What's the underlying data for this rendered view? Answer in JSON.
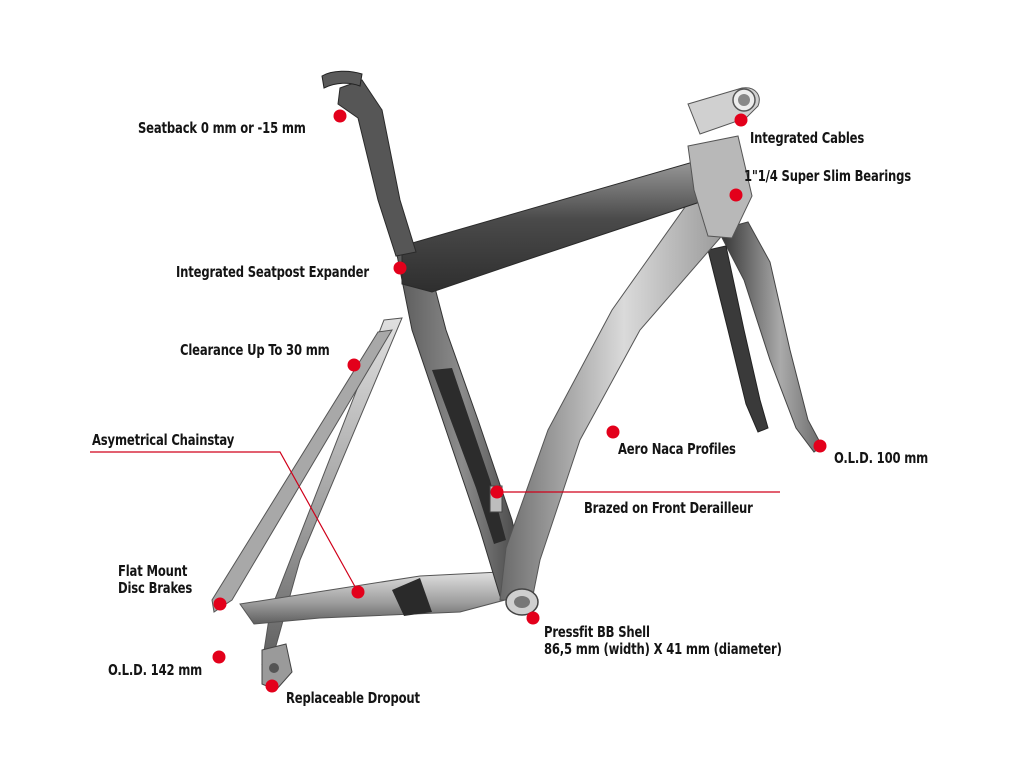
{
  "labels": {
    "seatback": "Seatback 0 mm or -15 mm",
    "integrated_cables": "Integrated Cables",
    "bearings": "1\"1/4 Super Slim Bearings",
    "seatpost_expander": "Integrated Seatpost Expander",
    "clearance": "Clearance Up To 30 mm",
    "chainstay": "Asymetrical Chainstay",
    "aero_naca": "Aero Naca Profiles",
    "old_front": "O.L.D. 100 mm",
    "front_derailleur": "Brazed  on Front Derailleur",
    "flat_mount_line1": "Flat Mount",
    "flat_mount_line2": "Disc Brakes",
    "bb_shell_line1": "Pressfit BB Shell",
    "bb_shell_line2": "86,5 mm (width) X 41 mm (diameter)",
    "old_rear": "O.L.D. 142 mm",
    "dropout": "Replaceable Dropout"
  },
  "colors": {
    "marker": "#e3001b",
    "frame_light": "#c9c9c9",
    "frame_dark": "#3c3c3c"
  }
}
